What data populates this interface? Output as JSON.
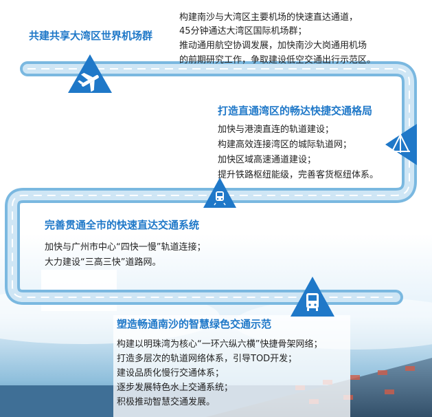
{
  "sections": [
    {
      "title": "共建共享大湾区世界机场群",
      "icon": "airplane-icon",
      "lines": [
        "构建南沙与大湾区主要机场的快速直达通道，",
        "45分钟通达大湾区国际机场群；",
        "推动通用航空协调发展，加快南沙大岗通用机场",
        "的前期研究工作，争取建设低空交通出行示范区。"
      ]
    },
    {
      "title": "打造直通湾区的畅达快捷交通格局",
      "icon": "bridge-icon",
      "lines": [
        "加快与港澳直连的轨道建设；",
        "构建高效连接湾区的城际轨道网；",
        "加快区域高速通道建设；",
        "提升铁路枢纽能级，完善客货枢纽体系。"
      ]
    },
    {
      "title": "完善贯通全市的快速直达交通系统",
      "icon": "train-icon",
      "lines": [
        "加快与广州市中心“四快一慢”轨道连接；",
        "大力建设“三高三快”道路网。"
      ]
    },
    {
      "title": "塑造畅通南沙的智慧绿色交通示范",
      "icon": "bus-icon",
      "lines": [
        "构建以明珠湾为核心“一环六纵六横”快捷骨架网络；",
        "打造多层次的轨道网络体系，引导TOD开发；",
        "建设品质化慢行交通体系；",
        "逐步发展特色水上交通系统；",
        "积极推动智慧交通发展。"
      ]
    }
  ],
  "colors": {
    "road_outer": "#7ab8e0",
    "road_inner": "#cfe6f5",
    "marker_blue": "#1f78c8",
    "title_blue": "#1f78c8"
  }
}
